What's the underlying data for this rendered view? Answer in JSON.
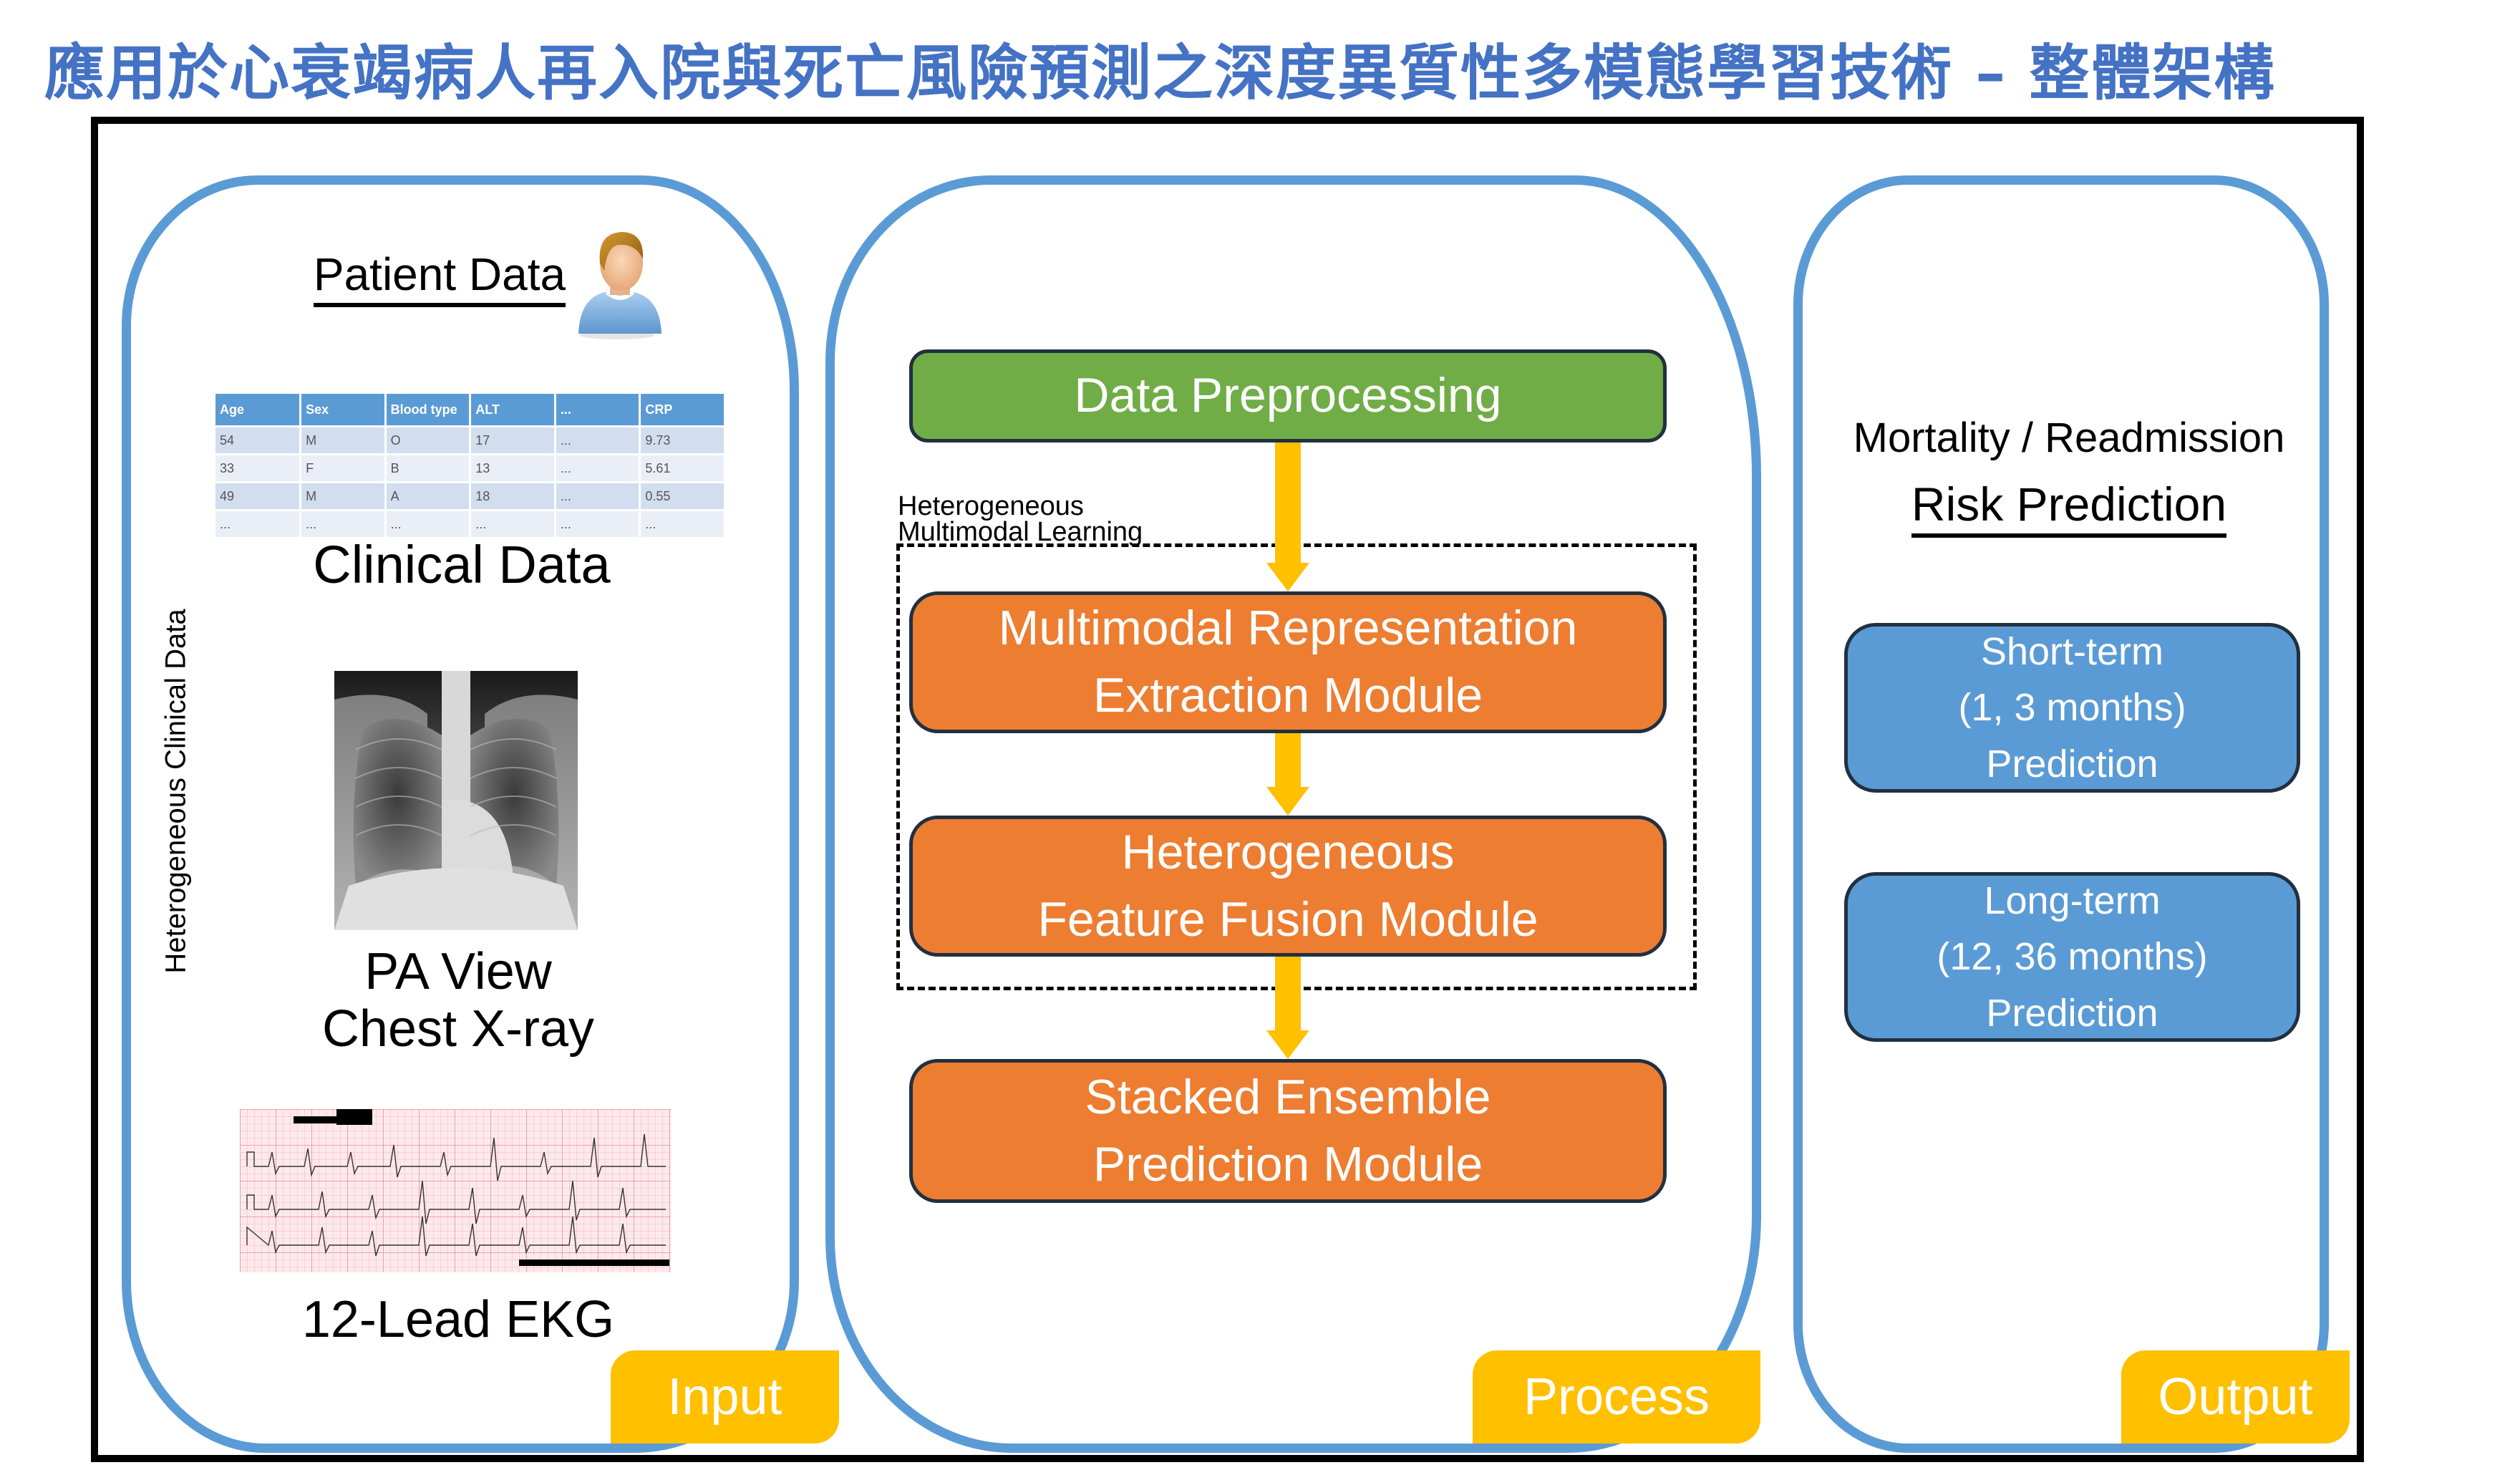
{
  "title": "應用於心衰竭病人再入院與死亡風險預測之深度異質性多模態學習技術 – 整體架構",
  "colors": {
    "title": "#4472C4",
    "panel_border": "#5B9BD5",
    "tag": "#FFC000",
    "preprocess_box": "#70AD47",
    "module_box": "#ED7D31",
    "output_box": "#5B9BD5",
    "arrow": "#FFC000"
  },
  "input_panel": {
    "tag": "Input",
    "vertical_label": "Heterogeneous Clinical Data",
    "patient_data_label": "Patient Data",
    "patient_icon": "patient-avatar-icon",
    "clinical_table": {
      "headers": [
        "Age",
        "Sex",
        "Blood type",
        "ALT",
        "...",
        "CRP"
      ],
      "rows": [
        [
          "54",
          "M",
          "O",
          "17",
          "...",
          "9.73"
        ],
        [
          "33",
          "F",
          "B",
          "13",
          "...",
          "5.61"
        ],
        [
          "49",
          "M",
          "A",
          "18",
          "...",
          "0.55"
        ],
        [
          "...",
          "...",
          "...",
          "...",
          "...",
          "..."
        ]
      ]
    },
    "clinical_caption": "Clinical Data",
    "xray_caption_line1": "PA View",
    "xray_caption_line2": "Chest X-ray",
    "ekg_caption": "12-Lead EKG"
  },
  "process_panel": {
    "tag": "Process",
    "preprocessing": "Data Preprocessing",
    "group_label_line1": "Heterogeneous",
    "group_label_line2": "Multimodal Learning",
    "modules": [
      {
        "line1": "Multimodal Representation",
        "line2": "Extraction Module"
      },
      {
        "line1": "Heterogeneous",
        "line2": "Feature Fusion Module"
      },
      {
        "line1": "Stacked Ensemble",
        "line2": "Prediction Module"
      }
    ]
  },
  "output_panel": {
    "tag": "Output",
    "heading_line1": "Mortality / Readmission",
    "heading_line2": "Risk Prediction",
    "predictions": [
      {
        "line1": "Short-term",
        "line2": "(1, 3 months)",
        "line3": "Prediction"
      },
      {
        "line1": "Long-term",
        "line2": "(12, 36 months)",
        "line3": "Prediction"
      }
    ]
  }
}
